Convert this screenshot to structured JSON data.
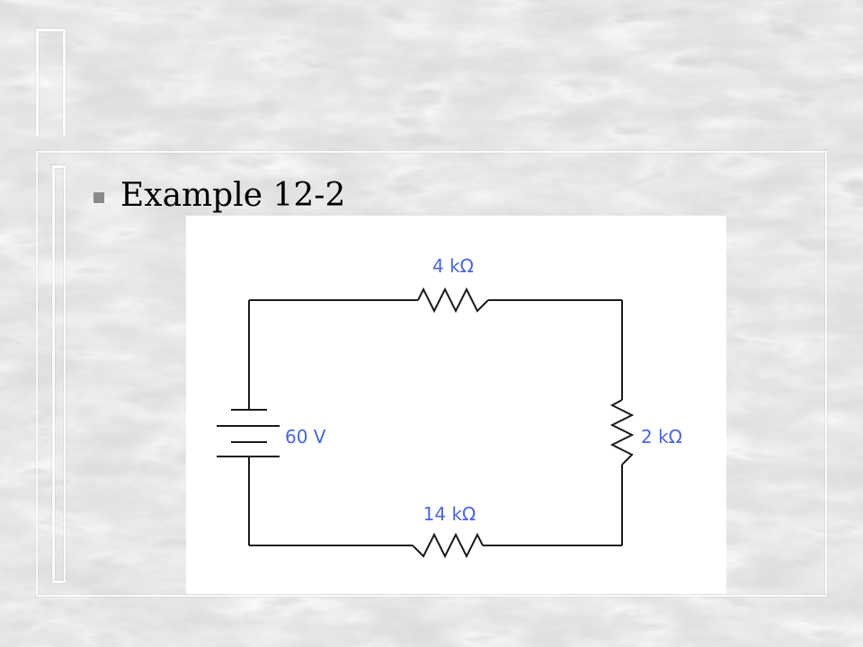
{
  "slide": {
    "bullet_icon": "square-bullet-icon",
    "title": "Example 12-2",
    "colors": {
      "label": "#4a64e0",
      "wire": "#1a1a1a",
      "bullet": "#8a8a8a"
    }
  },
  "circuit": {
    "source": {
      "label": "60 V"
    },
    "resistors": {
      "top": {
        "label": "4 kΩ"
      },
      "right": {
        "label": "2 kΩ"
      },
      "bottom": {
        "label": "14 kΩ"
      }
    }
  }
}
